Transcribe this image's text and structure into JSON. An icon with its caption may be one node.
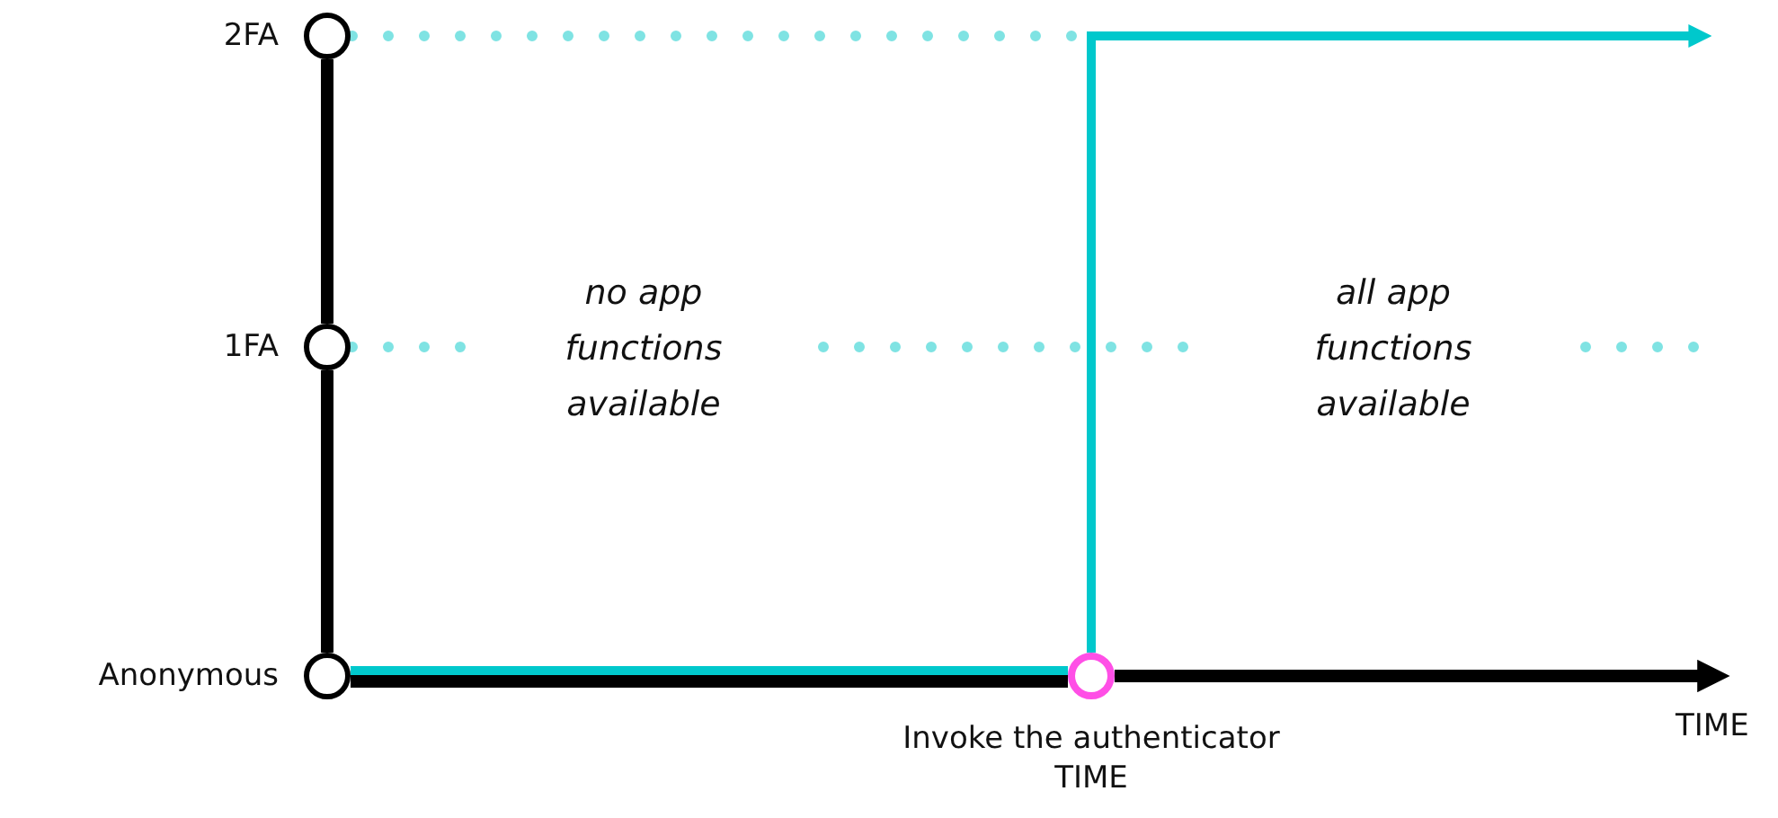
{
  "diagram": {
    "nodes": [
      {
        "text": [],
        "shape": "circle",
        "beside": [
          "2FA"
        ]
      },
      {
        "text": [],
        "shape": "circle",
        "beside": [
          "1FA"
        ]
      },
      {
        "text": [],
        "shape": "circle",
        "beside": [
          "Anonymous"
        ]
      },
      {
        "text": [],
        "shape": "circle",
        "beside": [
          "Invoke the authenticator TIME"
        ]
      }
    ],
    "edges": [
      {
        "from": 0,
        "to": 1,
        "arrow": "none"
      },
      {
        "from": 1,
        "to": 2,
        "arrow": "none"
      },
      {
        "from": 2,
        "to": 3,
        "arrow": "none"
      },
      {
        "from": 3,
        "to": null,
        "arrow": "to"
      },
      {
        "from": 2,
        "to": 3,
        "arrow": "none",
        "color": "#00c8cc"
      },
      {
        "from": 3,
        "to": null,
        "arrow": "to",
        "color": "#00c8cc"
      }
    ],
    "labels": [
      "no app functions available",
      "all app functions available",
      "TIME"
    ]
  }
}
